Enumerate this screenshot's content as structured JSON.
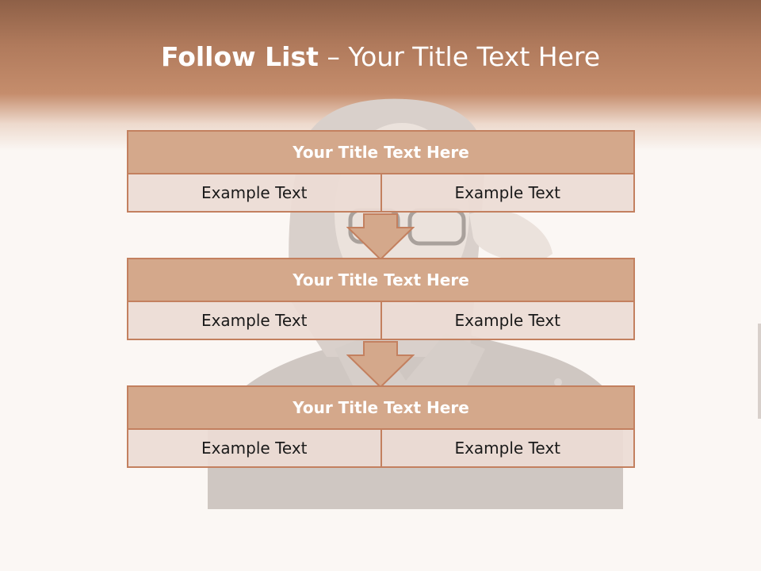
{
  "slide": {
    "title_bold": "Follow List",
    "title_rest": " – Your Title Text Here"
  },
  "rows": [
    {
      "title": "Your Title Text Here",
      "cells": [
        "Example Text",
        "Example Text"
      ]
    },
    {
      "title": "Your Title Text Here",
      "cells": [
        "Example Text",
        "Example Text"
      ]
    },
    {
      "title": "Your Title Text Here",
      "cells": [
        "Example Text",
        "Example Text"
      ]
    }
  ],
  "colors": {
    "header_top": "#8e6047",
    "header_bottom": "#c58d6c",
    "row_title_fill": "#d4a88b",
    "border": "#c3805f",
    "cell_fill": "#ecdcd4",
    "background": "#fbf7f4"
  },
  "icons": [
    "down-arrow-icon"
  ]
}
